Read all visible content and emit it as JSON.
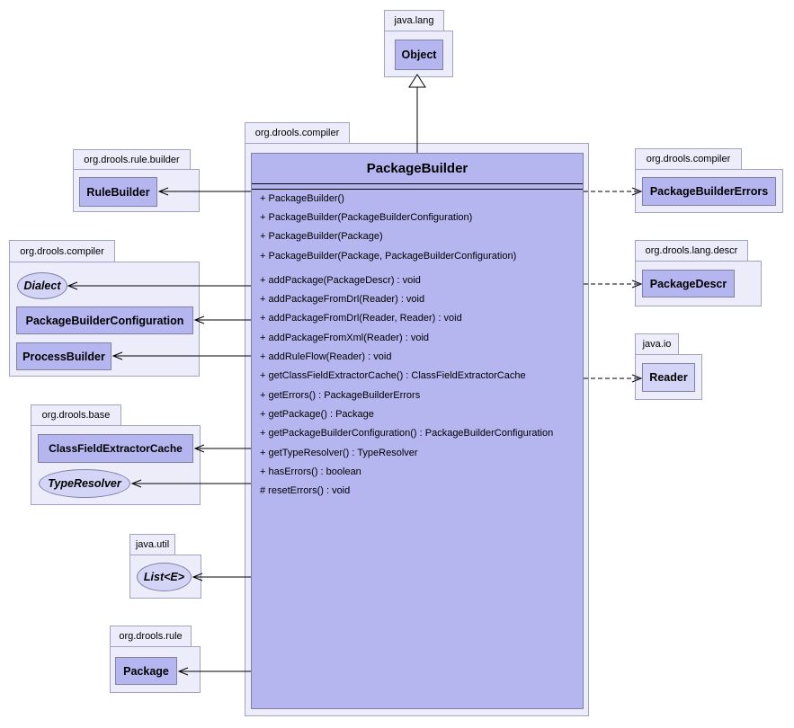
{
  "colors": {
    "package_fill": "#ececfa",
    "package_border": "#a2a2c2",
    "class_fill": "#b5b5f0",
    "class_fill_light": "#d4d4f6",
    "class_border": "#8181a8",
    "line": "#000000"
  },
  "java_lang": {
    "tab": "java.lang",
    "class_name": "Object"
  },
  "main": {
    "tab": "org.drools.compiler",
    "title": "PackageBuilder",
    "constructors": [
      "+ PackageBuilder()",
      "+ PackageBuilder(PackageBuilderConfiguration)",
      "+ PackageBuilder(Package)",
      "+ PackageBuilder(Package, PackageBuilderConfiguration)"
    ],
    "methods": [
      "+ addPackage(PackageDescr) : void",
      "+ addPackageFromDrl(Reader) : void",
      "+ addPackageFromDrl(Reader, Reader) : void",
      "+ addPackageFromXml(Reader) : void",
      "+ addRuleFlow(Reader) : void",
      "+ getClassFieldExtractorCache() : ClassFieldExtractorCache",
      "+ getErrors() : PackageBuilderErrors",
      "+ getPackage() : Package",
      "+ getPackageBuilderConfiguration() : PackageBuilderConfiguration",
      "+ getTypeResolver() : TypeResolver",
      "+ hasErrors() : boolean",
      "# resetErrors() : void"
    ]
  },
  "rule_builder": {
    "tab": "org.drools.rule.builder",
    "class_name": "RuleBuilder"
  },
  "compiler_left": {
    "tab": "org.drools.compiler",
    "dialect": "Dialect",
    "pbc": "PackageBuilderConfiguration",
    "process_builder": "ProcessBuilder"
  },
  "base": {
    "tab": "org.drools.base",
    "cfec": "ClassFieldExtractorCache",
    "type_resolver": "TypeResolver"
  },
  "java_util": {
    "tab": "java.util",
    "list": "List<E>"
  },
  "drools_rule": {
    "tab": "org.drools.rule",
    "package_class": "Package"
  },
  "errors": {
    "tab": "org.drools.compiler",
    "class_name": "PackageBuilderErrors"
  },
  "descr": {
    "tab": "org.drools.lang.descr",
    "class_name": "PackageDescr"
  },
  "java_io": {
    "tab": "java.io",
    "class_name": "Reader"
  }
}
